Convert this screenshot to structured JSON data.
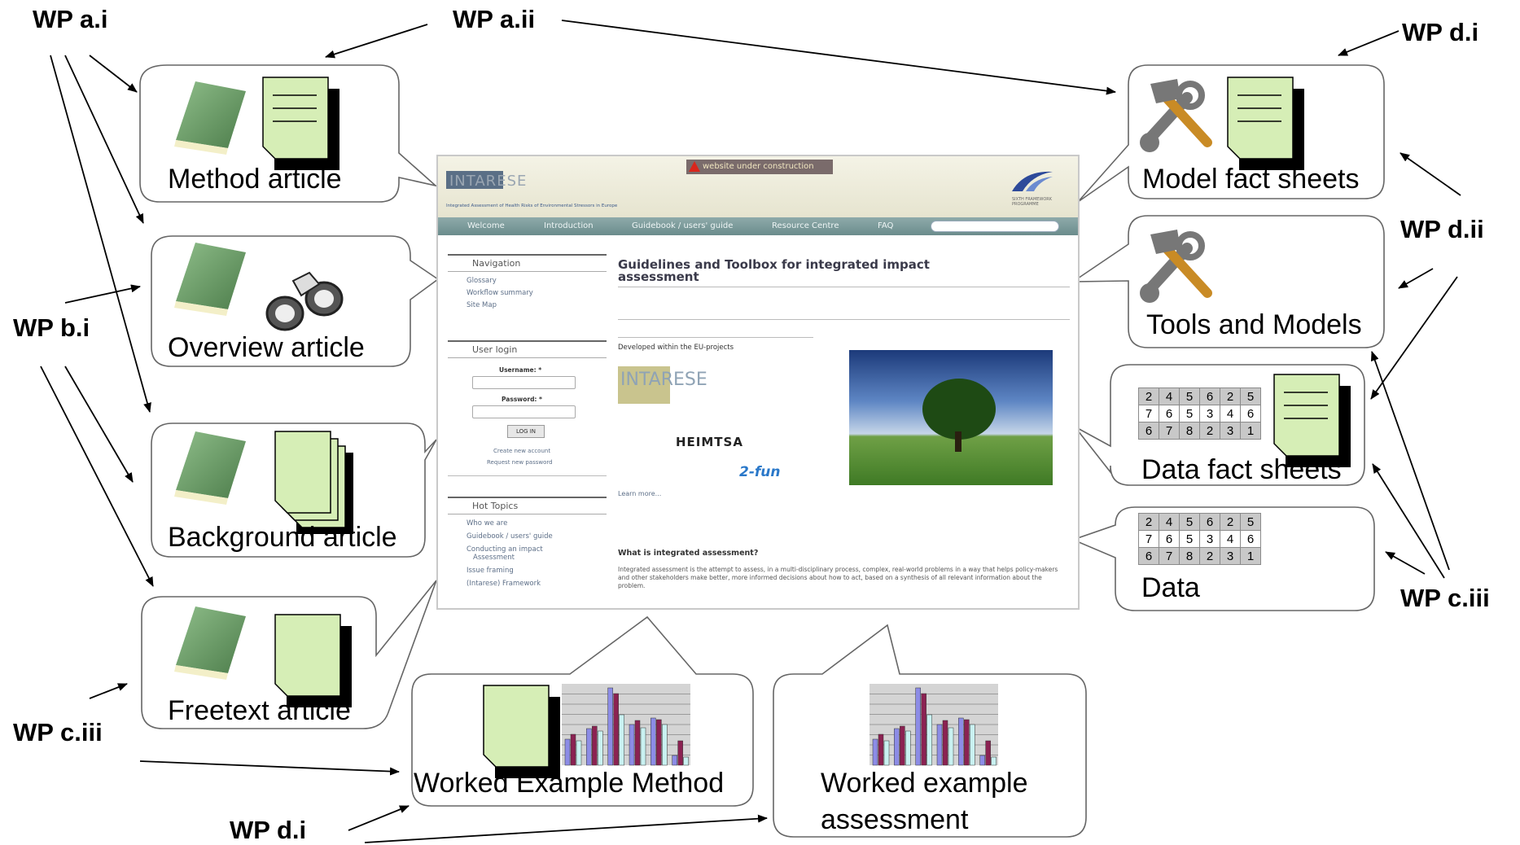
{
  "wp_labels": {
    "a_i": "WP a.i",
    "a_ii": "WP a.ii",
    "b_i": "WP b.i",
    "c_iii_left": "WP c.iii",
    "d_i_bottom": "WP d.i",
    "d_i_top": "WP d.i",
    "d_ii": "WP d.ii",
    "c_iii_right": "WP c.iii"
  },
  "bubbles": {
    "method_article": "Method article",
    "overview_article": "Overview article",
    "background_article": "Background article",
    "freetext_article": "Freetext article",
    "worked_example_method": "Worked Example Method",
    "worked_example_assessment_line1": "Worked example",
    "worked_example_assessment_line2": "assessment",
    "model_fact_sheets": "Model fact sheets",
    "tools_and_models": "Tools and Models",
    "data_fact_sheets": "Data fact sheets",
    "data": "Data"
  },
  "data_grid": [
    [
      "2",
      "4",
      "5",
      "6",
      "2",
      "5"
    ],
    [
      "7",
      "6",
      "5",
      "3",
      "4",
      "6"
    ],
    [
      "6",
      "7",
      "8",
      "2",
      "3",
      "1"
    ]
  ],
  "screenshot": {
    "warning": "website under construction",
    "logo": "INTARESE",
    "tagline": "Integrated Assessment of Health Risks of Environmental Stressors in Europe",
    "eu_text": "SIXTH FRAMEWORK PROGRAMME",
    "nav": [
      "Welcome",
      "Introduction",
      "Guidebook / users' guide",
      "Resource Centre",
      "FAQ"
    ],
    "navigation_title": "Navigation",
    "navigation_items": [
      "Glossary",
      "Workflow summary",
      "Site Map"
    ],
    "user_login_title": "User login",
    "username_label": "Username: *",
    "password_label": "Password: *",
    "login_button": "LOG IN",
    "create_account": "Create new account",
    "request_password": "Request new password",
    "hot_topics_title": "Hot Topics",
    "hot_topics": [
      "Who we are",
      "Guidebook / users' guide",
      "Conducting an impact",
      "Assessment",
      "Issue framing",
      "(Intarese) Framework"
    ],
    "page_title": "Guidelines and Toolbox for integrated impact assessment",
    "developed_within": "Developed within the EU-projects",
    "heimtsa": "HEIMTSA",
    "twofun": "2-fun",
    "learn_more": "Learn more...",
    "what_is_heading": "What is integrated assessment?",
    "what_is_text": "Integrated assessment is the attempt to assess, in a multi-disciplinary process, complex, real-world problems in a way that helps policy-makers and other stakeholders make better, more informed decisions about how to act, based on a synthesis of all relevant information about the problem."
  },
  "chart_bars": [
    [
      0.32,
      0.38,
      0.3
    ],
    [
      0.45,
      0.48,
      0.42
    ],
    [
      0.95,
      0.88,
      0.62
    ],
    [
      0.5,
      0.55,
      0.46
    ],
    [
      0.58,
      0.56,
      0.5
    ],
    [
      0.12,
      0.3,
      0.1
    ]
  ],
  "colors": {
    "bubble_stroke": "#666666",
    "book": "#6f9e6c",
    "sheet": "#d6eeb6",
    "bar_red": "#8b2252",
    "bar_purple": "#8c8ce6",
    "bar_cyan": "#c9f1f1"
  }
}
